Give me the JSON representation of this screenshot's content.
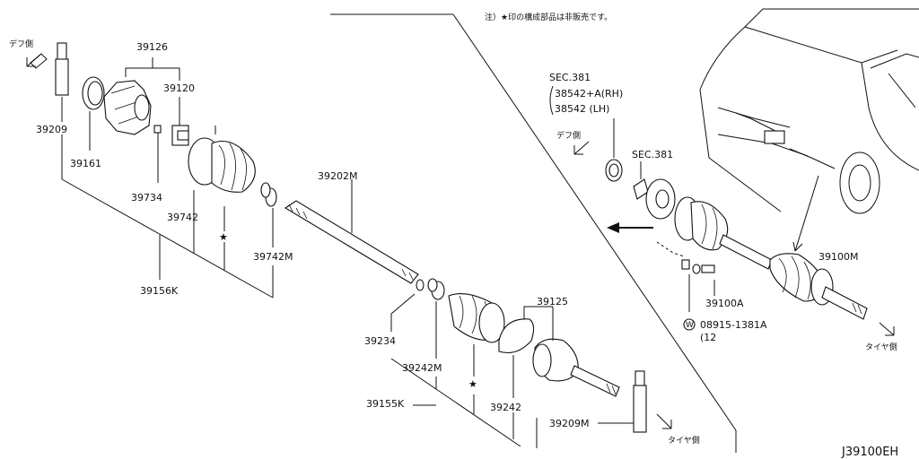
{
  "note": "注）★印の構成部品は非販売です。",
  "diagram_code": "J39100EH",
  "direction_labels": {
    "diff_left": "デフ側",
    "diff_right": "デフ側",
    "tire_bottom": "タイヤ側",
    "tire_right": "タイヤ側"
  },
  "part_numbers": {
    "p39126": "39126",
    "p39120": "39120",
    "p39209_top": "39209",
    "p39161": "39161",
    "p39734": "39734",
    "p39742": "39742",
    "p39742M": "39742M",
    "p39156K": "39156K",
    "p39202M": "39202M",
    "p39234": "39234",
    "p39242M": "39242M",
    "p39155K": "39155K",
    "p39125": "39125",
    "p39242": "39242",
    "p39209M": "39209M",
    "p39100M": "39100M",
    "p39100A": "39100A",
    "p08915": "08915-1381A",
    "p08915_qty": "(12",
    "washer_symbol": "W",
    "sec381_a": "SEC.381",
    "sec381_b": "SEC.381",
    "ref_rh": "38542+A(RH)",
    "ref_lh": "38542   (LH)"
  },
  "markers": {
    "star": "★"
  }
}
